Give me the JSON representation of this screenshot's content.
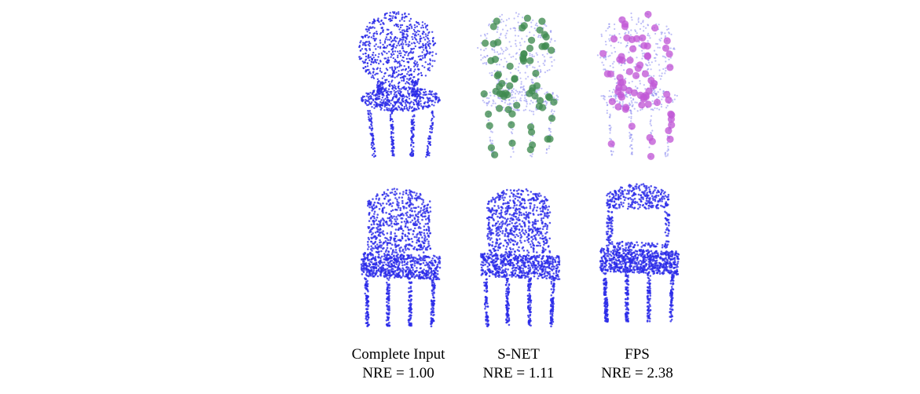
{
  "columns": [
    {
      "method": "Complete Input",
      "nre": "NRE = 1.00"
    },
    {
      "method": "S-NET",
      "nre": "NRE = 1.11"
    },
    {
      "method": "FPS",
      "nre": "NRE = 2.38"
    }
  ],
  "colors": {
    "cloud": "#2b2be8",
    "cloud_faint": "#8a8af0",
    "snet_samples": "#3f8a4f",
    "fps_samples": "#c259d6",
    "caption_text": "#000000",
    "background": "#ffffff"
  },
  "chairs": {
    "top_row": {
      "style": "spindle-back chair with rounded backrest and curved legs",
      "variants": [
        "dense",
        "sampled-green",
        "sampled-magenta"
      ]
    },
    "bottom_row": {
      "style": "upholstered chair with tall rounded back",
      "variants": [
        "dense",
        "dense",
        "dense-with-hole"
      ]
    }
  }
}
